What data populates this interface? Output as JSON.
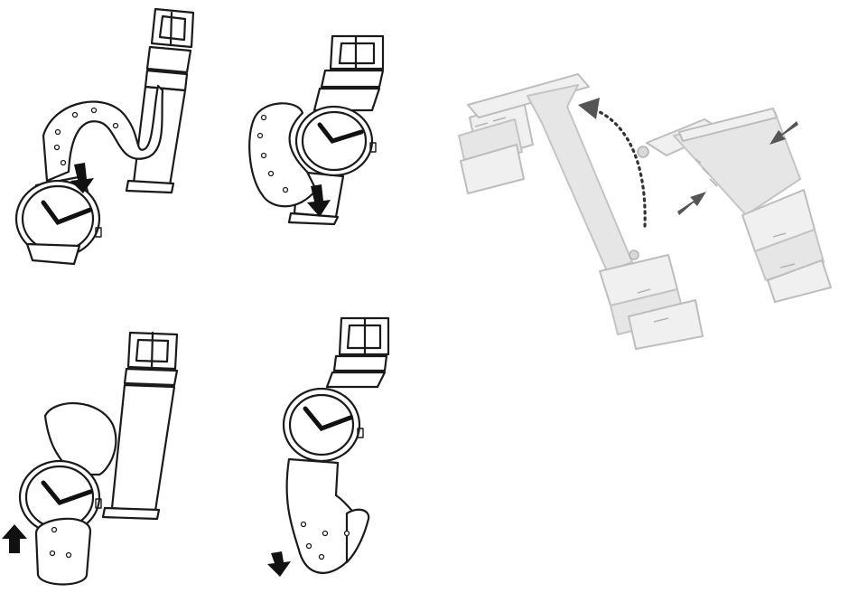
{
  "figure": {
    "panels": [
      {
        "id": "step-1",
        "arrow": "down"
      },
      {
        "id": "step-2",
        "arrow": "down"
      },
      {
        "id": "step-3",
        "arrow": "up"
      },
      {
        "id": "step-4",
        "arrow": "down"
      },
      {
        "id": "metal-bracelet-clasp",
        "arrows": [
          "curved-open",
          "press-left",
          "press-right"
        ]
      }
    ],
    "colors": {
      "ink": "#1a1a1a",
      "metal_light": "#f0f0f0",
      "metal_stroke": "#bdbdbd",
      "press_arrow": "#555555"
    },
    "icons": [
      "watch-icon",
      "strap-icon",
      "buckle-icon",
      "arrow-down-icon",
      "arrow-up-icon",
      "dotted-curved-arrow-icon",
      "press-arrow-icon"
    ]
  }
}
